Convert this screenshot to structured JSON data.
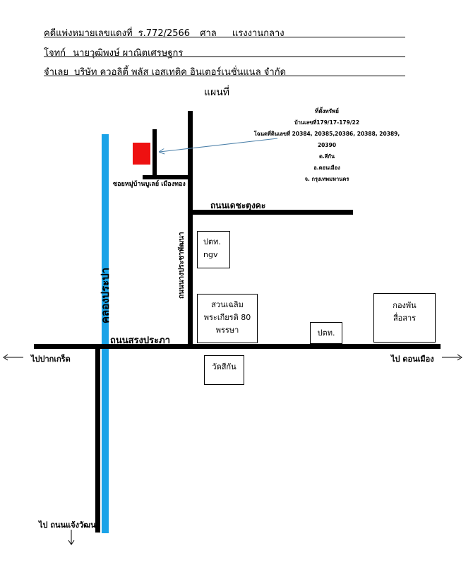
{
  "header": {
    "case_label": "คดีแพ่งหมายเลขแดงที่",
    "case_value": "ร.772/2566",
    "court_label": "ศาล",
    "court_value": "แรงงานกลาง",
    "plaintiff_label": "โจทก์",
    "plaintiff_value": "นายวุฒิพงษ์ ผาณิตเศรษฐกร",
    "defendant_label": "จำเลย",
    "defendant_value": "บริษัท ควอลิตี้ พลัส เอสเทติค อินเตอร์เนชั่นแนล จำกัด"
  },
  "map": {
    "title": "แผนที่",
    "property": {
      "heading": "ที่ตั้งทรัพย์",
      "house_no": "บ้านเลขที่179/17-179/22",
      "deed_no": "โฉนดที่ดินเลขที่ 20384, 20385,20386, 20388, 20389, 20390",
      "subdistrict": "ต.สีกัน",
      "district": "อ.ดอนเมือง",
      "province": "จ. กรุงเทพมหานคร"
    },
    "roads": {
      "canal": "คลองประปา",
      "soi": "ซอยหมู่บ้านบูเลย์ เมืองทอง",
      "tes_road": "ถนนเดชะตุงคะ",
      "nang_road": "ถนนนางประชาพัฒนา",
      "song_road": "ถนนสรงประภา"
    },
    "landmarks": {
      "ptt_ngv_1": "ปตท.",
      "ptt_ngv_2": "ngv",
      "park_1": "สวนเฉลิม",
      "park_2": "พระเกียรติ 80",
      "park_3": "พรรษา",
      "ptt": "ปตท.",
      "army_1": "กองพัน",
      "army_2": "สื่อสาร",
      "temple": "วัดสีกัน"
    },
    "directions": {
      "west": "ไปปากเกร็ด",
      "east": "ไป ดอนเมือง",
      "south": "ไป ถนนแจ้งวัฒนะ"
    },
    "colors": {
      "canal": "#1aa3e8",
      "property_marker": "#ee1111",
      "pointer_arrow": "#4a7fa8",
      "road": "#000000"
    }
  }
}
